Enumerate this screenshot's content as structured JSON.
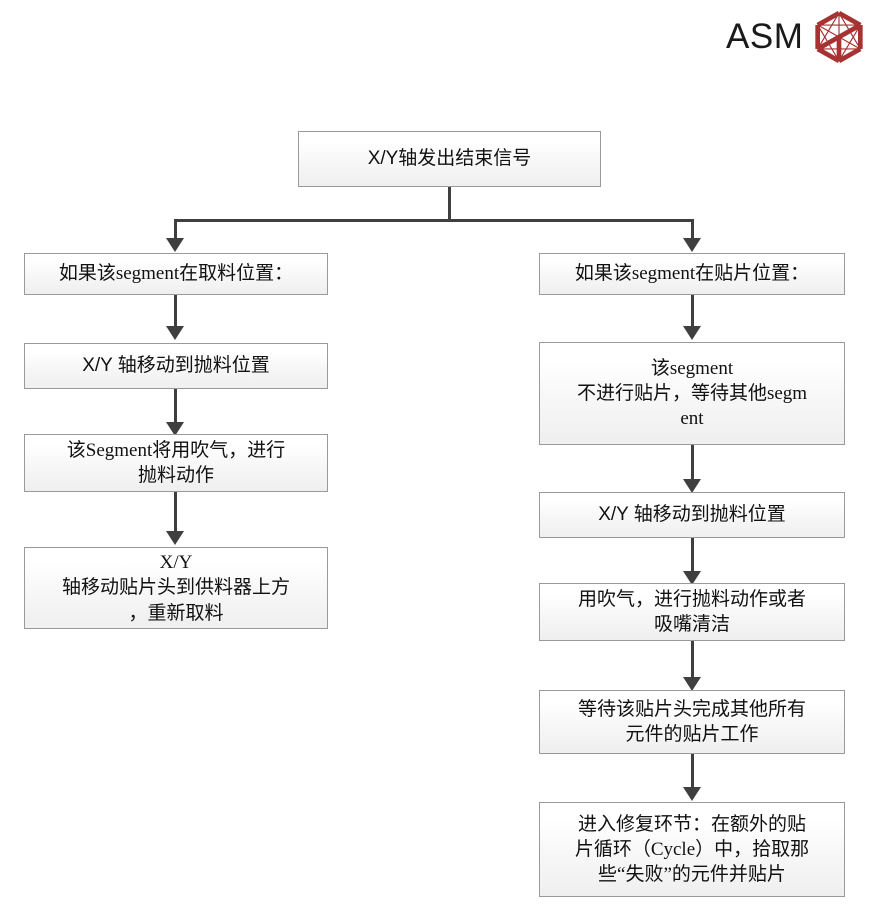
{
  "brand": {
    "wordmark": "ASM",
    "logo_icon": "hexagon-lattice-icon",
    "logo_color": "#a63232"
  },
  "flowchart": {
    "title_node": {
      "id": "xy-end-signal",
      "text": "X/Y轴发出结束信号"
    },
    "left_branch": {
      "label": "pickup-position-branch",
      "nodes": [
        {
          "id": "if-segment-at-pickup",
          "text": "如果该segment在取料位置："
        },
        {
          "id": "xy-move-to-discard-left",
          "text": "X/Y 轴移动到抛料位置"
        },
        {
          "id": "segment-blow-discard",
          "text": "该Segment将用吹气，进行\n抛料动作"
        },
        {
          "id": "xy-move-head-to-feeder",
          "text": "X/Y\n轴移动贴片头到供料器上方\n，重新取料"
        }
      ]
    },
    "right_branch": {
      "label": "placement-position-branch",
      "nodes": [
        {
          "id": "if-segment-at-placement",
          "text": "如果该segment在贴片位置："
        },
        {
          "id": "segment-wait-others",
          "text": "该segment\n不进行贴片，等待其他segm\nent"
        },
        {
          "id": "xy-move-to-discard-right",
          "text": "X/Y 轴移动到抛料位置"
        },
        {
          "id": "blow-discard-or-clean-nozzle",
          "text": "用吹气，进行抛料动作或者\n吸嘴清洁"
        },
        {
          "id": "wait-head-finish-all",
          "text": "等待该贴片头完成其他所有\n元件的贴片工作"
        },
        {
          "id": "enter-repair-cycle",
          "text": "进入修复环节：在额外的贴\n片循环（Cycle）中，拾取那\n些“失败”的元件并贴片"
        }
      ]
    },
    "connector_color": "#3f3f3f"
  }
}
